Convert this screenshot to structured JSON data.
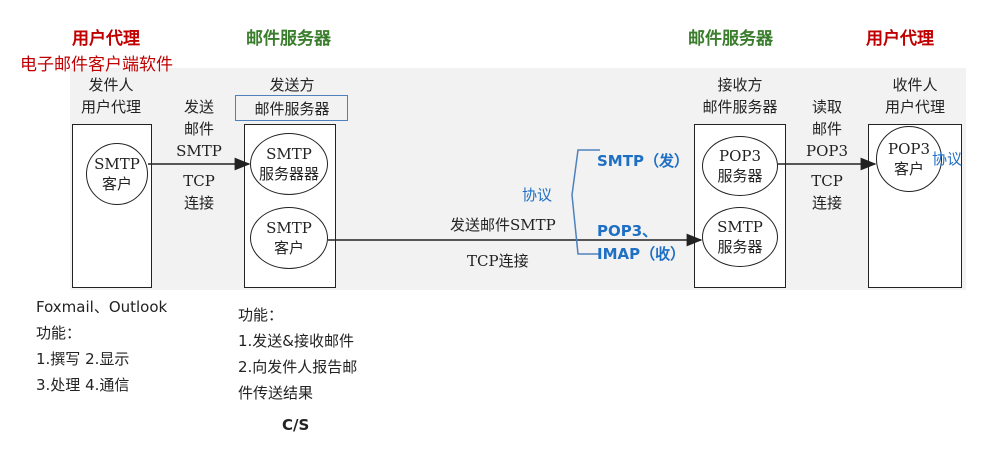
{
  "headers": {
    "left_agent": "用户代理",
    "left_agent_sub": "电子邮件客户端软件",
    "left_server": "邮件服务器",
    "right_server": "邮件服务器",
    "right_agent": "用户代理"
  },
  "nodes": {
    "sender": {
      "title_line1": "发件人",
      "title_line2": "用户代理",
      "client_line1": "SMTP",
      "client_line2": "客户"
    },
    "send_server": {
      "title_line1": "发送方",
      "title_line2": "邮件服务器",
      "server_line1": "SMTP",
      "server_line2": "服务器器",
      "client_line1": "SMTP",
      "client_line2": "客户"
    },
    "recv_server": {
      "title_line1": "接收方",
      "title_line2": "邮件服务器",
      "pop3_line1": "POP3",
      "pop3_line2": "服务器",
      "smtp_line1": "SMTP",
      "smtp_line2": "服务器"
    },
    "receiver": {
      "title_line1": "收件人",
      "title_line2": "用户代理",
      "client_line1": "POP3",
      "client_line2": "客户"
    }
  },
  "links": {
    "send_mail": [
      "发送",
      "邮件",
      "SMTP"
    ],
    "send_tcp": [
      "TCP",
      "连接"
    ],
    "relay_label": "发送邮件SMTP",
    "relay_tcp": "TCP连接",
    "read_mail": [
      "读取",
      "邮件",
      "POP3"
    ],
    "read_tcp": [
      "TCP",
      "连接"
    ]
  },
  "annotations": {
    "protocol_left": "协议",
    "smtp_send": "SMTP（发）",
    "pop3_imap_line1": "POP3、",
    "pop3_imap_line2": "IMAP（收）",
    "protocol_right": "协议"
  },
  "notes": {
    "client_products": "Foxmail、Outlook",
    "client_func_title": "功能：",
    "client_func_1": "1.撰写   2.显示",
    "client_func_2": "3.处理   4.通信",
    "server_func_title": "功能：",
    "server_func_1": "1.发送&接收邮件",
    "server_func_2": "2.向发件人报告邮",
    "server_func_3": "件传送结果",
    "architecture": "C/S"
  },
  "colors": {
    "red": "#c00000",
    "green": "#3a7d2c",
    "blue": "#1f6fc4"
  }
}
